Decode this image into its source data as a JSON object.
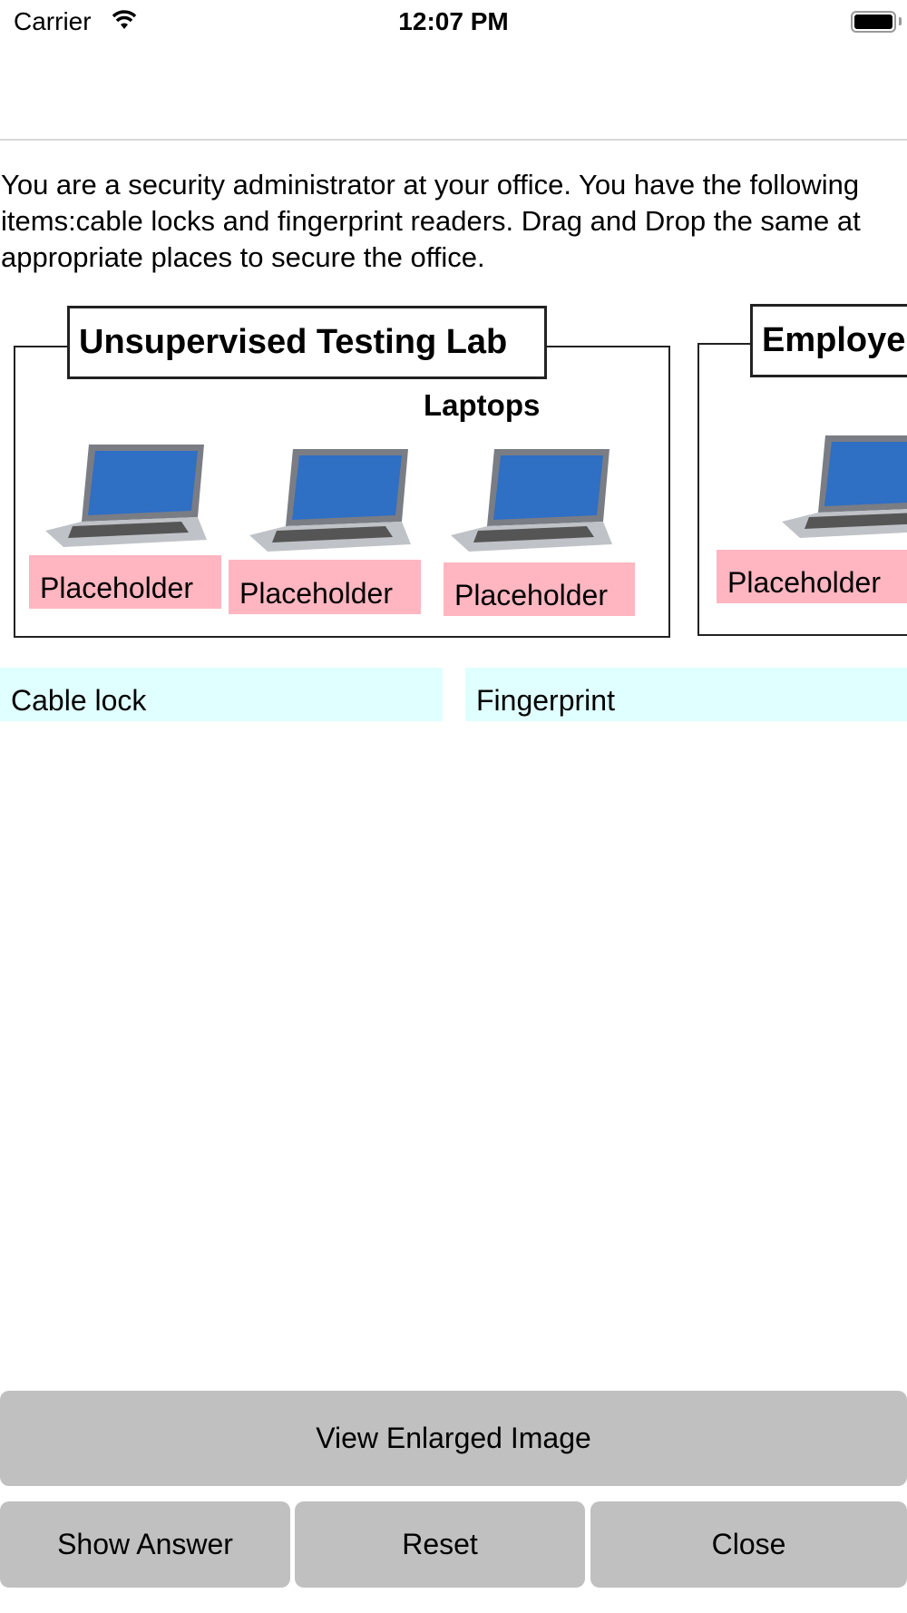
{
  "status_bar": {
    "carrier": "Carrier",
    "time": "12:07 PM"
  },
  "question": "You are a security administrator at your office. You have the following items:cable locks and fingerprint readers. Drag and Drop the same at appropriate places to secure the office.",
  "diagram": {
    "room1_title": "Unsupervised Testing Lab",
    "room2_title": "Employe",
    "laptops_label": "Laptops",
    "placeholders": [
      "Placeholder",
      "Placeholder",
      "Placeholder",
      "Placeholder"
    ]
  },
  "drag_items": [
    "Cable lock",
    "Fingerprint"
  ],
  "buttons": {
    "view_enlarged": "View Enlarged Image",
    "show_answer": "Show Answer",
    "reset": "Reset",
    "close": "Close"
  },
  "colors": {
    "placeholder": "#ffb6c1",
    "drag_item": "#e0ffff",
    "button": "#c0c0c0"
  }
}
